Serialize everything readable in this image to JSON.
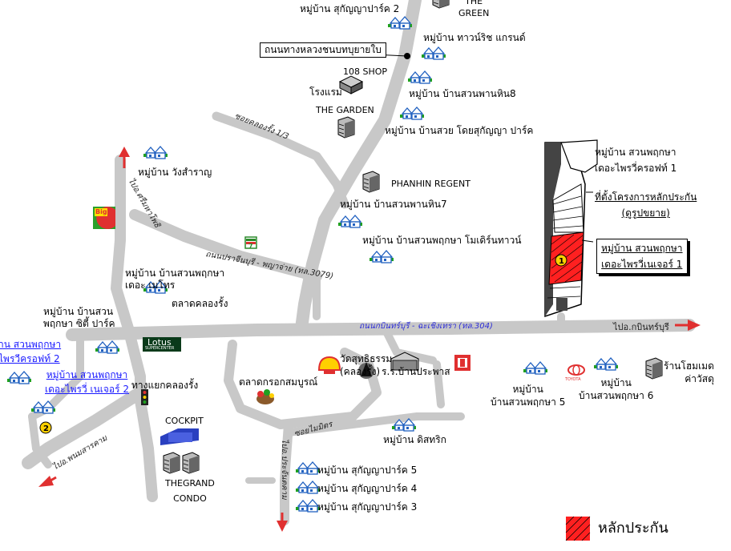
{
  "map": {
    "roads": {
      "sriracha_ring": "ถนนทางหลวงชนบทบุยายใบ",
      "soi_khlong_rung": "ซอยคลองรั้ง 1/3",
      "to_sri_maha_phot": "ไปอ.ศรีมหาโพธิ",
      "prachinburi_phanya": "ถนนปราจีนบุรี - พญาจ่าย (ทล.3079)",
      "kabin_chachoengsao": "ถนนกบินทร์บุรี - ฉะเชิงเทรา (ทล.304)",
      "to_kabinburi": "ไปอ.กบินทร์บุรี",
      "to_phanom_sarakham": "ไปอ.พนมสารคาม",
      "to_prachantakham": "ไปอ.ประจันตคาม",
      "soi_maimitr": "ซอยไมมิตร"
    },
    "places": {
      "the_green": "THE\nGREEN",
      "sukanya_park2": "หมู่บ้าน สุกัญญาปาร์ค 2",
      "townrich_grand": "หมู่บ้าน ทาวน์ริช แกรนด์",
      "shop108": "108 SHOP",
      "hotel": "โรงแรม",
      "the_garden": "THE GARDEN",
      "suanphanhin8": "หมู่บ้าน บ้านสวนพานหิน8",
      "suay_sukanya": "หมู่บ้าน บ้านสวย โดยสุกัญญา ปาร์ค",
      "wangsamran": "หมู่บ้าน วังสำราญ",
      "phanhin_regent": "PHANHIN REGENT",
      "suanphanhin7": "หมู่บ้าน บ้านสวนพานหิน7",
      "modern_town": "หมู่บ้าน บ้านสวนพฤกษา โมเดิร์นทาวน์",
      "metro": "หมู่บ้าน บ้านสวนพฤกษา\nเดอะ เมโทร",
      "market_khlong_rung": "ตลาดคลองรั้ง",
      "city_park": "หมู่บ้าน บ้านสวน\nพฤกษา ซิตี้ ปาร์ค",
      "lotus": "Lotus",
      "lotus_sub": "SUPERCENTER",
      "bigc": "Big",
      "wat": "วัดสุทธิธรรม\n(คลองรั้ง)",
      "school": "ร.ร.บ้านประพาส",
      "market_somboon": "ตลาดกรอกสมบูรณ์",
      "junction": "ทางแยกคลองรั้ง",
      "cockpit": "COCKPIT",
      "grand_condo": "THEGRAND\nCONDO",
      "disrik": "หมู่บ้าน ดิสทริก",
      "sukanya5": "หมู่บ้าน สุกัญญาปาร์ค 5",
      "sukanya4": "หมู่บ้าน สุกัญญาปาร์ค 4",
      "sukanya3": "หมู่บ้าน สุกัญญาปาร์ค 3",
      "pruksa5": "หมู่บ้าน\nบ้านสวนพฤกษา 5",
      "pruksa6": "หมู่บ้าน\nบ้านสวนพฤกษา 6",
      "hardware": "ร้านโฮมเมด\nค่าวัสดุ",
      "toyota": "TOYOTA",
      "pruksa_soft1": "หมู่บ้าน สวนพฤกษา\nเดอะไพรวี่ครอฟท์ 1",
      "pruksa_soft2_a": "าน สวนพฤกษา",
      "pruksa_soft2_b": "ไพรวีครอฟท์ 2",
      "pruksa_manager2": "หมู่บ้าน สวนพฤกษา\nเดอะไพรวี่ เนเจอร์ 2",
      "project_site": "ที่ตั้งโครงการหลักประกัน\n(ดูรูปขยาย)",
      "pruksa_manager1": "หมู่บ้าน สวนพฤกษา\nเดอะไพรวี่เนเจอร์ 1",
      "marker1": "1",
      "marker2": "2"
    },
    "legend": {
      "label": "หลักประกัน",
      "color": "#ff2020"
    },
    "colors": {
      "road": "#c8c8c8",
      "arrow": "#e03030",
      "house": "#2060c0",
      "tree": "#20a020"
    }
  }
}
